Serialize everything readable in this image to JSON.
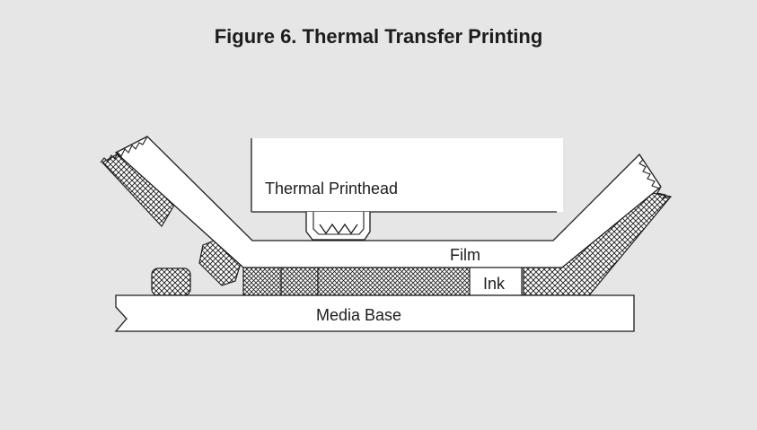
{
  "figure": {
    "title": "Figure 6. Thermal Transfer Printing"
  },
  "labels": {
    "printhead": "Thermal Printhead",
    "film": "Film",
    "ink": "Ink",
    "media_base": "Media Base"
  },
  "colors": {
    "background": "#e6e6e6",
    "fill": "#ffffff",
    "stroke": "#1c1c1c"
  }
}
